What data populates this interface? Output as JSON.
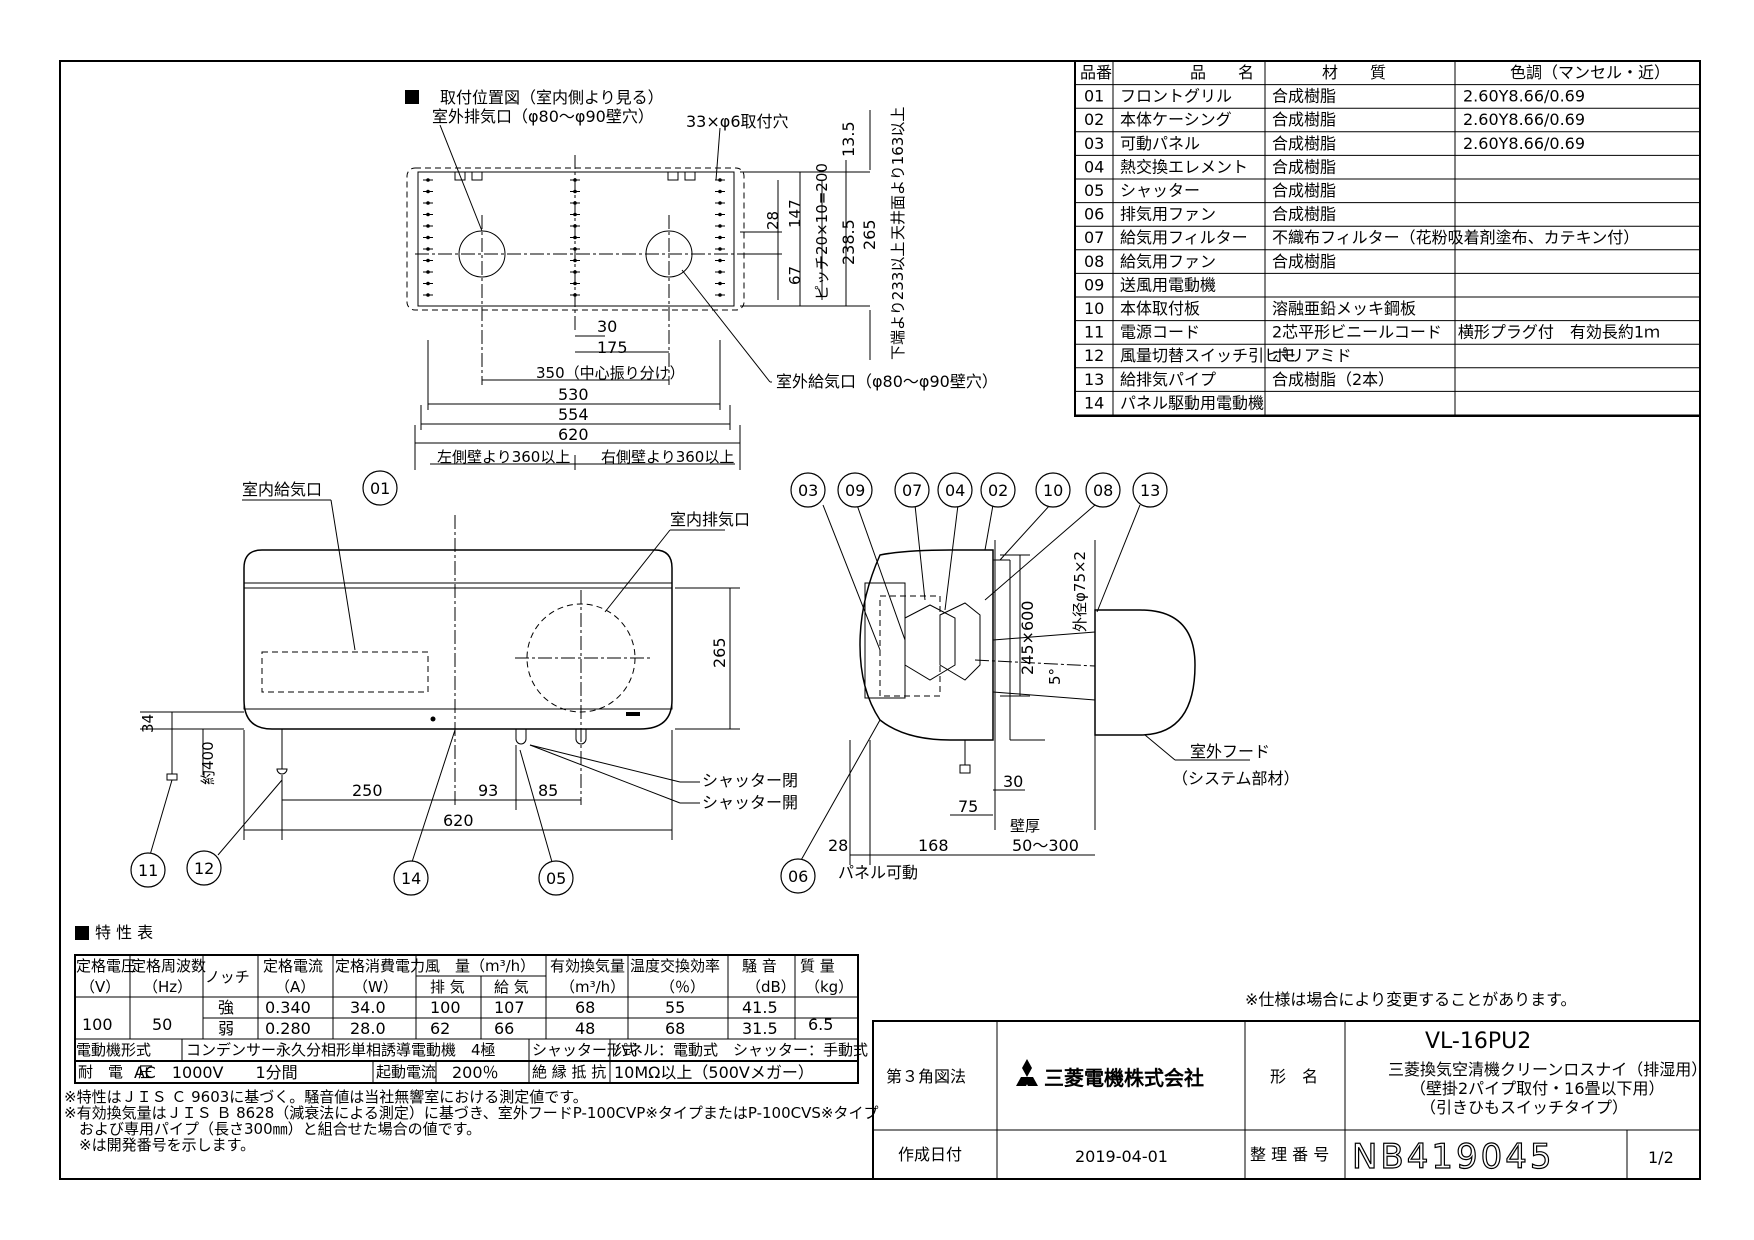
{
  "parts": {
    "headers": [
      "品番",
      "品　　名",
      "材　　質",
      "色調（マンセル・近）"
    ],
    "rows": [
      [
        "01",
        "フロントグリル",
        "合成樹脂",
        "2.60Y8.66/0.69"
      ],
      [
        "02",
        "本体ケーシング",
        "合成樹脂",
        "2.60Y8.66/0.69"
      ],
      [
        "03",
        "可動パネル",
        "合成樹脂",
        "2.60Y8.66/0.69"
      ],
      [
        "04",
        "熱交換エレメント",
        "合成樹脂",
        ""
      ],
      [
        "05",
        "シャッター",
        "合成樹脂",
        ""
      ],
      [
        "06",
        "排気用ファン",
        "合成樹脂",
        ""
      ],
      [
        "07",
        "給気用フィルター",
        "不織布フィルター（花粉吸着剤塗布、カテキン付）",
        ""
      ],
      [
        "08",
        "給気用ファン",
        "合成樹脂",
        ""
      ],
      [
        "09",
        "送風用電動機",
        "",
        ""
      ],
      [
        "10",
        "本体取付板",
        "溶融亜鉛メッキ鋼板",
        ""
      ],
      [
        "11",
        "電源コード",
        "2芯平形ビニールコード　横形プラグ付　有効長約1ｍ",
        ""
      ],
      [
        "12",
        "風量切替スイッチ引ヒモ",
        "ポリアミド",
        ""
      ],
      [
        "13",
        "給排気パイプ",
        "合成樹脂（2本）",
        ""
      ],
      [
        "14",
        "パネル駆動用電動機",
        "",
        ""
      ]
    ]
  },
  "mounting_view": {
    "title": "取付位置図（室内側より見る）",
    "outdoor_exhaust": "室外排気口（φ80～φ90壁穴）",
    "mounting_holes": "33×φ6取付穴",
    "outdoor_supply": "室外給気口（φ80～φ90壁穴）",
    "dim_30": "30",
    "dim_175": "175",
    "dim_350": "350（中心振り分け）",
    "dim_530": "530",
    "dim_554": "554",
    "dim_620": "620",
    "left_wall": "左側壁より360以上",
    "right_wall": "右側壁より360以上",
    "dim_28": "28",
    "dim_147": "147",
    "dim_67": "67",
    "dim_pitch": "ピッチ20×10=200",
    "dim_2385": "238.5",
    "dim_265": "265",
    "dim_135": "13.5",
    "ceiling": "天井面より163以上",
    "floor": "下端より233以上"
  },
  "front_view": {
    "indoor_supply": "室内給気口",
    "indoor_exhaust": "室内排気口",
    "dim_265": "265",
    "dim_34": "34",
    "dim_400": "約400",
    "dim_250": "250",
    "dim_93": "93",
    "dim_85": "85",
    "dim_620": "620",
    "shutter_closed": "シャッター閉",
    "shutter_open": "シャッター開"
  },
  "side_view": {
    "dim_pipe": "外径φ75×2",
    "dim_245": "245×600",
    "dim_5": "5°",
    "dim_30": "30",
    "dim_75": "75",
    "dim_28": "28",
    "dim_168": "168",
    "wall_thickness": "壁厚",
    "dim_wall": "50～300",
    "panel_movable": "パネル可動",
    "outdoor_hood": "室外フード",
    "system_part": "（システム部材）"
  },
  "callouts": [
    "01",
    "03",
    "09",
    "07",
    "04",
    "02",
    "10",
    "08",
    "13",
    "11",
    "12",
    "14",
    "05",
    "06"
  ],
  "specs": {
    "title": "特 性 表",
    "h_voltage": "定格電圧",
    "h_voltage_u": "（V）",
    "h_freq": "定格周波数",
    "h_freq_u": "（Hz）",
    "h_notch": "ノッチ",
    "h_current": "定格電流",
    "h_current_u": "（A）",
    "h_power": "定格消費電力",
    "h_power_u": "（W）",
    "h_airflow": "風　量（m³/h）",
    "h_exhaust": "排 気",
    "h_supply": "給 気",
    "h_eff_vent": "有効換気量",
    "h_eff_vent_u": "（m³/h）",
    "h_temp_eff": "温度交換効率",
    "h_temp_eff_u": "（％）",
    "h_noise": "騒 音",
    "h_noise_u": "（dB）",
    "h_mass": "質 量",
    "h_mass_u": "（kg）",
    "voltage": "100",
    "freq": "50",
    "mass": "6.5",
    "rows": [
      [
        "強",
        "0.340",
        "34.0",
        "100",
        "107",
        "68",
        "55",
        "41.5"
      ],
      [
        "弱",
        "0.280",
        "28.0",
        "62",
        "66",
        "48",
        "68",
        "31.5"
      ]
    ],
    "motor_label": "電動機形式",
    "motor_value": "コンデンサー永久分相形単相誘導電動機　4極",
    "shutter_label": "シャッター形式",
    "shutter_value": "パネル：電動式　シャッター：手動式",
    "withstand_label": "耐　電　圧",
    "withstand_value": "AC　1000V　　1分間",
    "start_label": "起動電流",
    "start_value": "200％",
    "insulation_label": "絶 縁 抵 抗",
    "insulation_value": "10MΩ以上（500Vメガー）"
  },
  "notes": [
    "※特性はＪＩＳ Ｃ 9603に基づく。騒音値は当社無響室における測定値です。",
    "※有効換気量はＪＩＳ Ｂ 8628（減衰法による測定）に基づき、室外フードP-100CVP※タイプまたはP-100CVS※タイプ",
    "　および専用パイプ（長さ300㎜）と組合せた場合の値です。",
    "　※は開発番号を示します。"
  ],
  "spec_change_note": "※仕様は場合により変更することがあります。",
  "title_block": {
    "projection": "第３角図法",
    "company": "三菱電機株式会社",
    "model_label": "形　名",
    "model": "VL-16PU2",
    "desc1": "三菱換気空清機クリーンロスナイ（排湿用）",
    "desc2": "（壁掛2パイプ取付・16畳以下用）",
    "desc3": "（引きひもスイッチタイプ）",
    "date_label": "作成日付",
    "date": "2019-04-01",
    "number_label": "整 理 番 号",
    "number": "NB419045",
    "page": "1/2"
  }
}
